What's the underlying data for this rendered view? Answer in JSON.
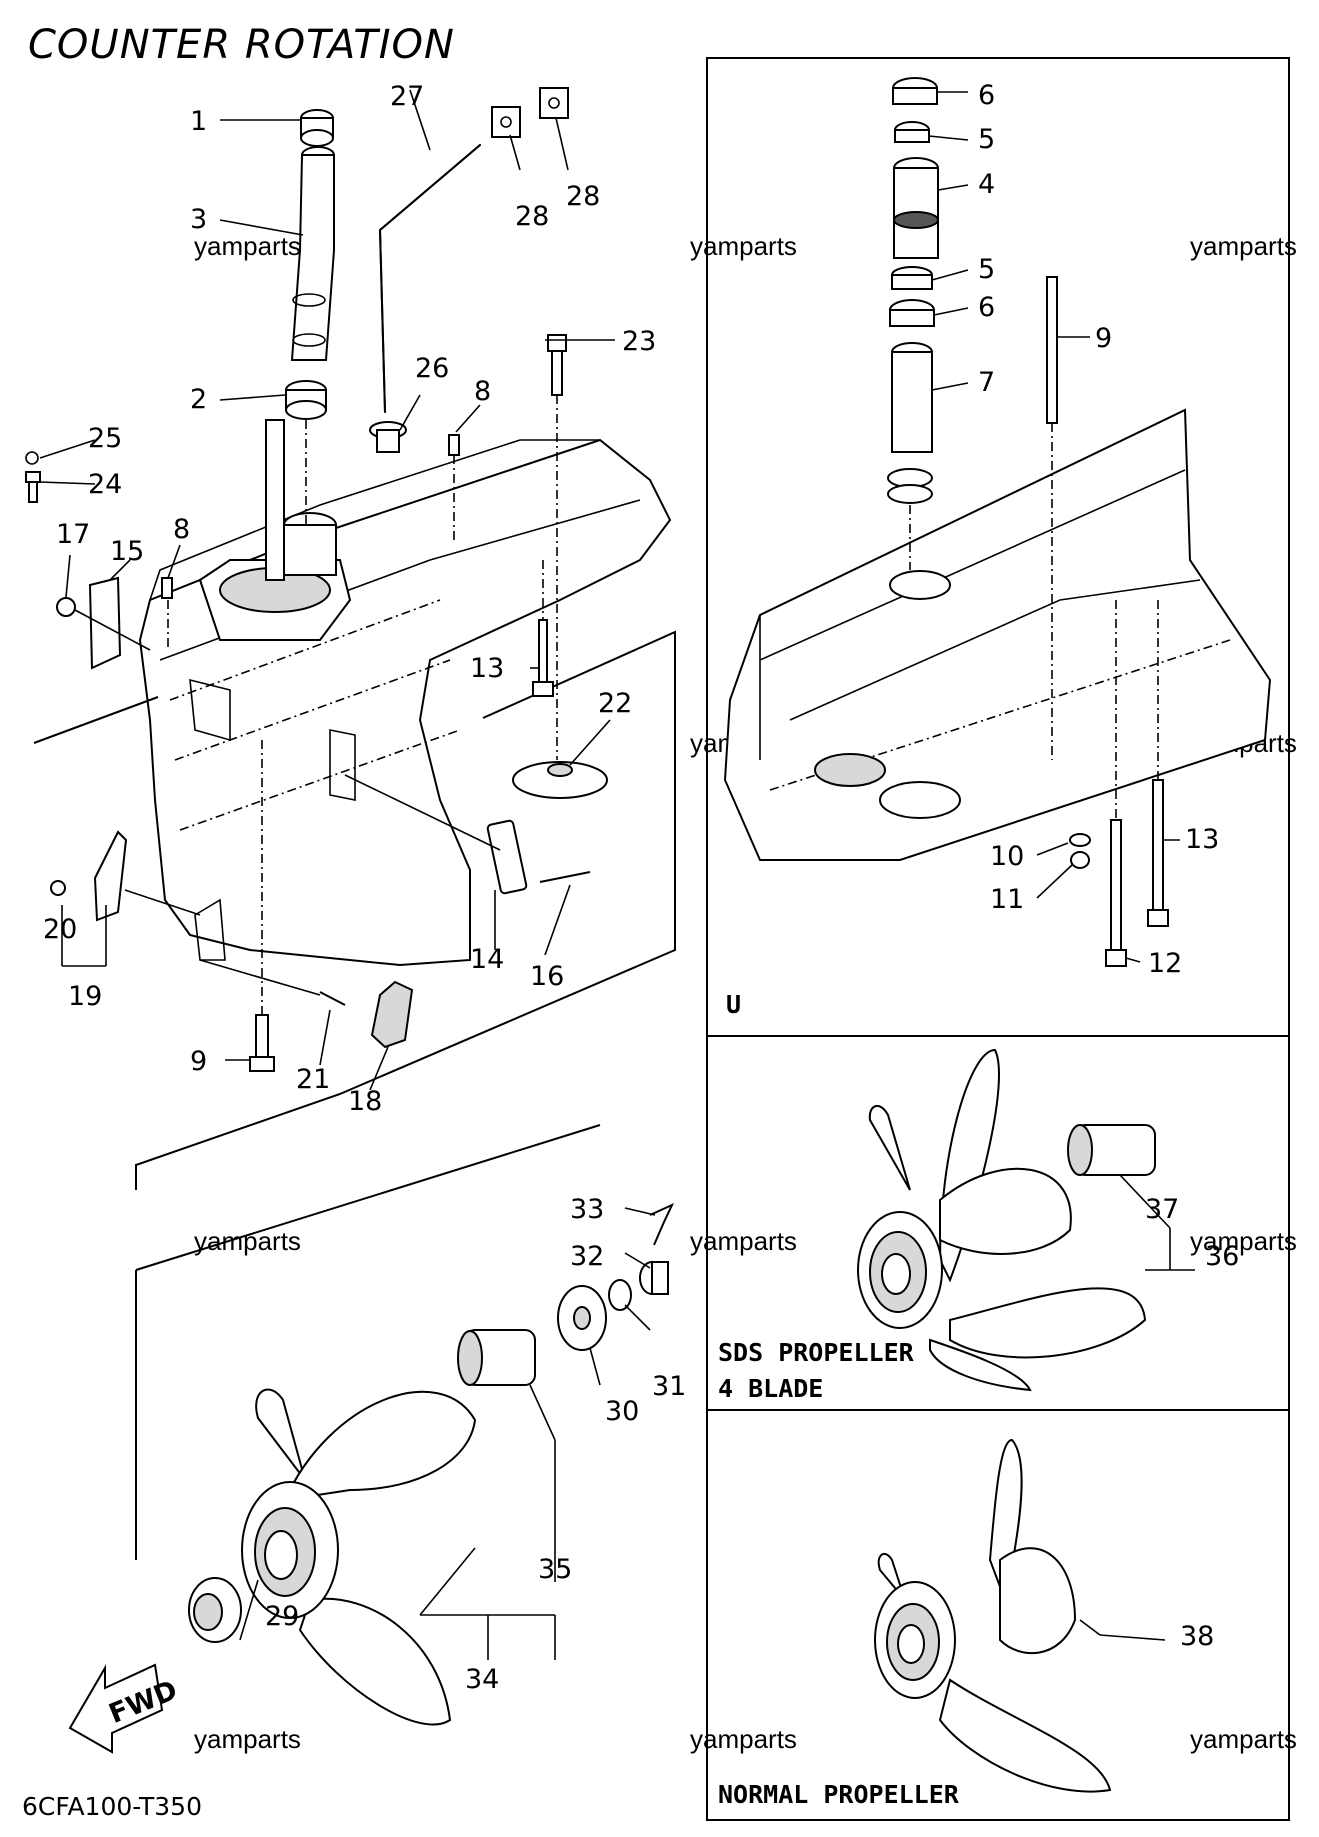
{
  "title": "COUNTER ROTATION",
  "diagram_code": "6CFA100-T350",
  "watermark": "yamparts",
  "panels": {
    "u": "U",
    "sds_line1": "SDS PROPELLER",
    "sds_line2": "4 BLADE",
    "normal": "NORMAL PROPELLER"
  },
  "fwd_label": "FWD",
  "callouts": [
    "1",
    "2",
    "3",
    "8",
    "8",
    "9",
    "9",
    "10",
    "11",
    "12",
    "13",
    "13",
    "14",
    "15",
    "16",
    "17",
    "18",
    "19",
    "20",
    "21",
    "22",
    "23",
    "24",
    "25",
    "26",
    "27",
    "28",
    "28",
    "29",
    "30",
    "31",
    "32",
    "33",
    "34",
    "35",
    "36",
    "37",
    "38",
    "4",
    "5",
    "5",
    "6",
    "6",
    "7"
  ]
}
